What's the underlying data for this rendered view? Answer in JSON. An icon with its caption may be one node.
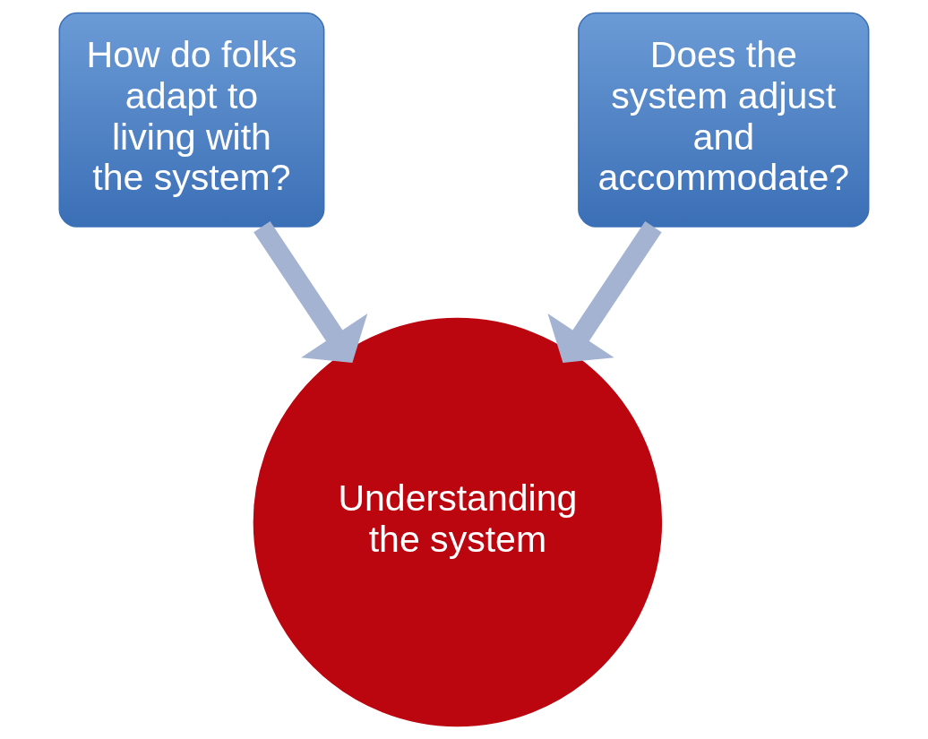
{
  "diagram": {
    "nodes": [
      {
        "text": [
          "How do folks adapt to living with the system?"
        ]
      },
      {
        "text": [
          "Does the system adjust and accommodate?"
        ]
      },
      {
        "text": [
          "Understanding the system"
        ]
      }
    ],
    "edges": [
      {
        "from": 0,
        "to": 2,
        "arrow": "to"
      },
      {
        "from": 1,
        "to": 2,
        "arrow": "to"
      }
    ]
  }
}
